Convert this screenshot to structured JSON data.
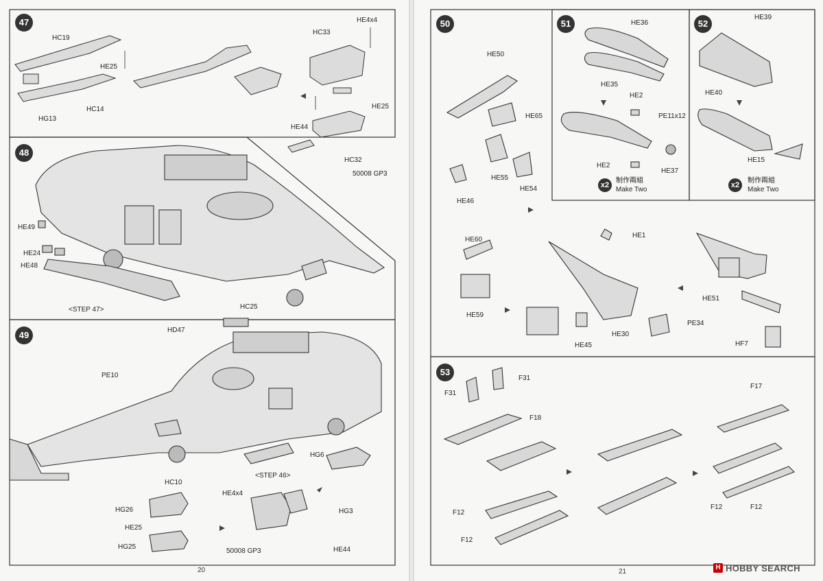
{
  "left_page": {
    "page_number": "20",
    "steps": {
      "s47": {
        "number": "47",
        "labels": {
          "hc19": "HC19",
          "he25": "HE25",
          "hg13": "HG13",
          "hc14": "HC14",
          "hc33": "HC33",
          "he4x4": "HE4x4",
          "he25b": "HE25",
          "he44": "HE44",
          "hc32": "HC32",
          "gp3": "50008 GP3"
        }
      },
      "s48": {
        "number": "48",
        "labels": {
          "he49": "HE49",
          "he24": "HE24",
          "he48": "HE48",
          "ref47": "<STEP 47>"
        }
      },
      "s49": {
        "number": "49",
        "labels": {
          "hc25": "HC25",
          "hd47": "HD47",
          "pe10": "PE10",
          "hg6": "HG6",
          "ref46": "<STEP 46>",
          "hc10": "HC10",
          "he4x4": "HE4x4",
          "hg26": "HG26",
          "he25": "HE25",
          "hg25": "HG25",
          "gp3": "50008 GP3",
          "hg3": "HG3",
          "he44": "HE44"
        }
      }
    }
  },
  "right_page": {
    "page_number": "21",
    "steps": {
      "s50": {
        "number": "50",
        "labels": {
          "he50": "HE50",
          "he65": "HE65",
          "he55": "HE55",
          "he54": "HE54",
          "he46": "HE46",
          "he1": "HE1",
          "he60": "HE60",
          "he59": "HE59",
          "he45": "HE45",
          "he30": "HE30",
          "pe34": "PE34",
          "he51": "HE51",
          "hf7": "HF7"
        }
      },
      "s51": {
        "number": "51",
        "labels": {
          "he36": "HE36",
          "he35": "HE35",
          "he2a": "HE2",
          "pe11": "PE11x12",
          "he2b": "HE2",
          "he37": "HE37"
        },
        "x2": "x2",
        "make_zh": "制作兩組",
        "make_en": "Make Two"
      },
      "s52": {
        "number": "52",
        "labels": {
          "he39": "HE39",
          "he40": "HE40",
          "he15": "HE15"
        },
        "x2": "x2",
        "make_zh": "制作兩組",
        "make_en": "Make Two"
      },
      "s53": {
        "number": "53",
        "labels": {
          "f31a": "F31",
          "f31b": "F31",
          "f18": "F18",
          "f17": "F17",
          "f12a": "F12",
          "f12b": "F12",
          "f12c": "F12",
          "f12d": "F12"
        }
      }
    }
  },
  "watermark": {
    "logo": "H",
    "text": "HOBBY SEARCH"
  }
}
